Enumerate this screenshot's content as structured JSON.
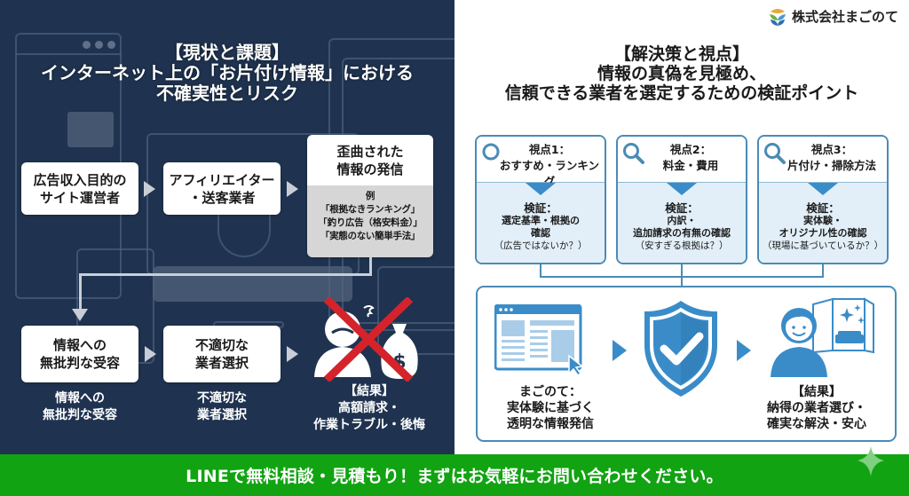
{
  "left_panel": {
    "title": {
      "line1": "【現状と課題】",
      "line2": "インターネット上の「お片付け情報」における",
      "line3": "不確実性とリスク"
    },
    "flow_top": [
      {
        "line1": "広告収入目的の",
        "line2": "サイト運営者"
      },
      {
        "line1": "アフィリエイター",
        "line2": "・送客業者"
      }
    ],
    "distorted_info": {
      "heading_line1": "歪曲された",
      "heading_line2": "情報の発信",
      "example_label": "例",
      "examples": [
        "「根拠なきランキング」",
        "「釣り広告（格安料金）」",
        "「実態のない簡単手法」"
      ]
    },
    "flow_bottom": [
      {
        "line1": "情報への",
        "line2": "無批判な受容",
        "caption_line1": "情報への",
        "caption_line2": "無批判な受容"
      },
      {
        "line1": "不適切な",
        "line2": "業者選択",
        "caption_line1": "不適切な",
        "caption_line2": "業者選択"
      }
    ],
    "result": {
      "label": "【結果】",
      "line1": "高額請求・",
      "line2": "作業トラブル・後悔"
    },
    "colors": {
      "background": "#1f3350",
      "cross": "#d4232b"
    }
  },
  "right_panel": {
    "logo": {
      "company_name": "株式会社まごのて"
    },
    "title": {
      "line1": "【解決策と視点】",
      "line2": "情報の真偽を見極め、",
      "line3": "信頼できる業者を選定するための検証ポイント"
    },
    "viewpoints": [
      {
        "title_line1": "視点1：",
        "title_line2": "おすすめ・ランキング",
        "verify_label": "検証：",
        "verify_lines": [
          "選定基準・根拠の",
          "確認"
        ],
        "note": "（広告ではないか？）"
      },
      {
        "title_line1": "視点2：",
        "title_line2": "料金・費用",
        "verify_label": "検証：",
        "verify_lines": [
          "内訳・",
          "追加請求の有無の確認"
        ],
        "note": "（安すぎる根拠は？）"
      },
      {
        "title_line1": "視点3：",
        "title_line2": "片付け・掃除方法",
        "verify_label": "検証：",
        "verify_lines": [
          "実体験・",
          "オリジナル性の確認"
        ],
        "note": "（現場に基づいているか？）"
      }
    ],
    "solution": {
      "source_line1": "まごのて：",
      "source_line2": "実体験に基づく",
      "source_line3": "透明な情報発信",
      "result_label": "【結果】",
      "result_line1": "納得の業者選び・",
      "result_line2": "確実な解決・安心"
    },
    "colors": {
      "accent": "#3a8cc9",
      "border": "#4a8bb5",
      "card_fill": "#e2eff8"
    }
  },
  "footer": {
    "cta_text": "LINEで無料相談・見積もり！まずはお気軽にお問い合わせください。",
    "background": "#12a312"
  }
}
